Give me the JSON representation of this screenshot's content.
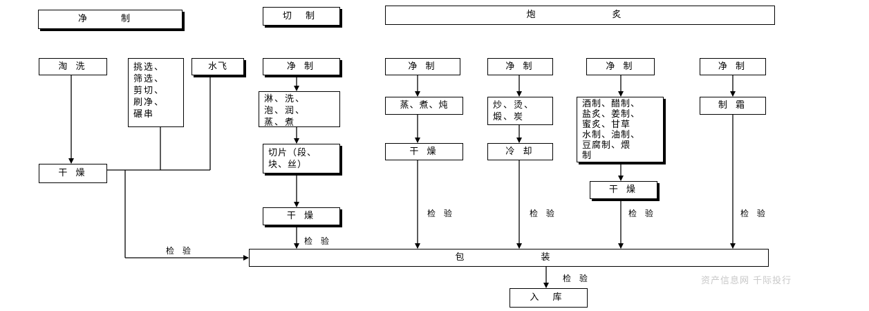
{
  "headers": {
    "jingzhi": "净　制",
    "qiezhi": "切 制",
    "paozhi": "炮　　　炙"
  },
  "col1": {
    "taoxi": "淘 洗",
    "tiaoxuan": "挑选、\n筛选、\n剪切、\n刷净、\n碾串",
    "shuifei": "水飞",
    "ganzao": "干 燥"
  },
  "col2": {
    "jingzhi": "净 制",
    "linxi": "淋、洗、\n泡、润、\n蒸、煮",
    "qiepian": "切片（段、\n块、丝）",
    "ganzao": "干 燥"
  },
  "col3": {
    "jingzhi": "净 制",
    "zheng": "蒸、煮、炖",
    "ganzao": "干 燥"
  },
  "col4": {
    "jingzhi": "净 制",
    "chao": "炒、烫、\n煅、炭",
    "lengque": "冷 却"
  },
  "col5": {
    "jingzhi": "净 制",
    "jiuzhi": "酒制、醋制、\n盐炙、姜制、\n蜜炙、甘草\n水制、油制、\n豆腐制、煨\n制",
    "ganzao": "干 燥"
  },
  "col6": {
    "jingzhi": "净 制",
    "zhishuang": "制 霜"
  },
  "labels": {
    "jianyan": "检 验"
  },
  "baozhuang": "包　　　装",
  "ruku": "入 库",
  "watermark": "资产信息网 千际投行"
}
